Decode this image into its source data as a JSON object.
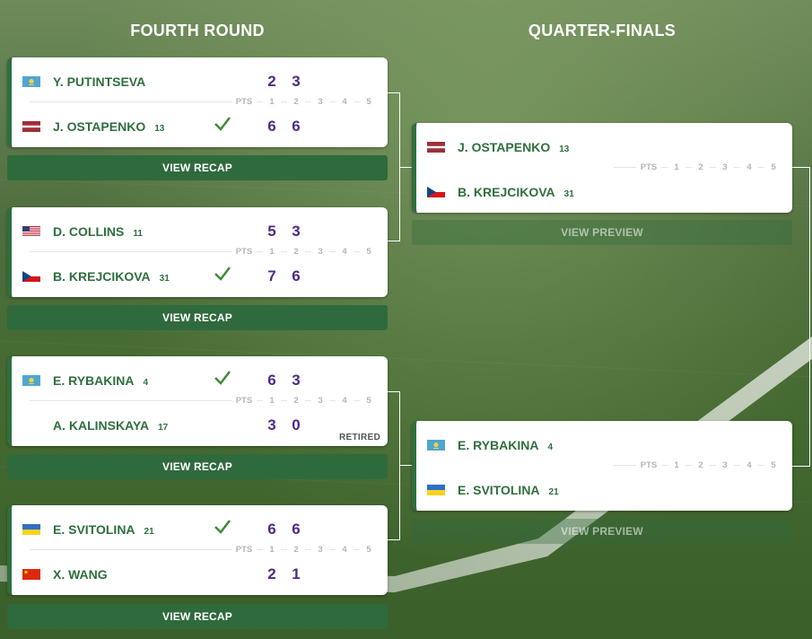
{
  "columns": {
    "fourth_round": "FOURTH ROUND",
    "quarter_finals": "QUARTER-FINALS"
  },
  "set_headers": {
    "pts": "PTS",
    "sets": [
      "1",
      "2",
      "3",
      "4",
      "5"
    ]
  },
  "fourth_round_matches": [
    {
      "p1": {
        "name": "Y. PUTINTSEVA",
        "seed": "",
        "flag": "kazakhstan",
        "scores": [
          "2",
          "3"
        ],
        "winner": false
      },
      "p2": {
        "name": "J. OSTAPENKO",
        "seed": "13",
        "flag": "latvia",
        "scores": [
          "6",
          "6"
        ],
        "winner": true
      },
      "status": "",
      "button": "VIEW RECAP"
    },
    {
      "p1": {
        "name": "D. COLLINS",
        "seed": "11",
        "flag": "usa",
        "scores": [
          "5",
          "3"
        ],
        "winner": false
      },
      "p2": {
        "name": "B. KREJCIKOVA",
        "seed": "31",
        "flag": "czechia",
        "scores": [
          "7",
          "6"
        ],
        "winner": true
      },
      "status": "",
      "button": "VIEW RECAP"
    },
    {
      "p1": {
        "name": "E. RYBAKINA",
        "seed": "4",
        "flag": "kazakhstan",
        "scores": [
          "6",
          "3"
        ],
        "winner": true
      },
      "p2": {
        "name": "A. KALINSKAYA",
        "seed": "17",
        "flag": "none",
        "scores": [
          "3",
          "0"
        ],
        "winner": false
      },
      "status": "RETIRED",
      "button": "VIEW RECAP"
    },
    {
      "p1": {
        "name": "E. SVITOLINA",
        "seed": "21",
        "flag": "ukraine",
        "scores": [
          "6",
          "6"
        ],
        "winner": true
      },
      "p2": {
        "name": "X. WANG",
        "seed": "",
        "flag": "china",
        "scores": [
          "2",
          "1"
        ],
        "winner": false
      },
      "status": "",
      "button": "VIEW RECAP"
    }
  ],
  "quarter_final_matches": [
    {
      "p1": {
        "name": "J. OSTAPENKO",
        "seed": "13",
        "flag": "latvia"
      },
      "p2": {
        "name": "B. KREJCIKOVA",
        "seed": "31",
        "flag": "czechia"
      },
      "button": "VIEW PREVIEW"
    },
    {
      "p1": {
        "name": "E. RYBAKINA",
        "seed": "4",
        "flag": "kazakhstan"
      },
      "p2": {
        "name": "E. SVITOLINA",
        "seed": "21",
        "flag": "ukraine"
      },
      "button": "VIEW PREVIEW"
    }
  ],
  "colors": {
    "brand_green": "#2f6f3e",
    "score_purple": "#4b2a87",
    "check_green": "#3f8a3a",
    "button_green": "#2f6a3d"
  }
}
